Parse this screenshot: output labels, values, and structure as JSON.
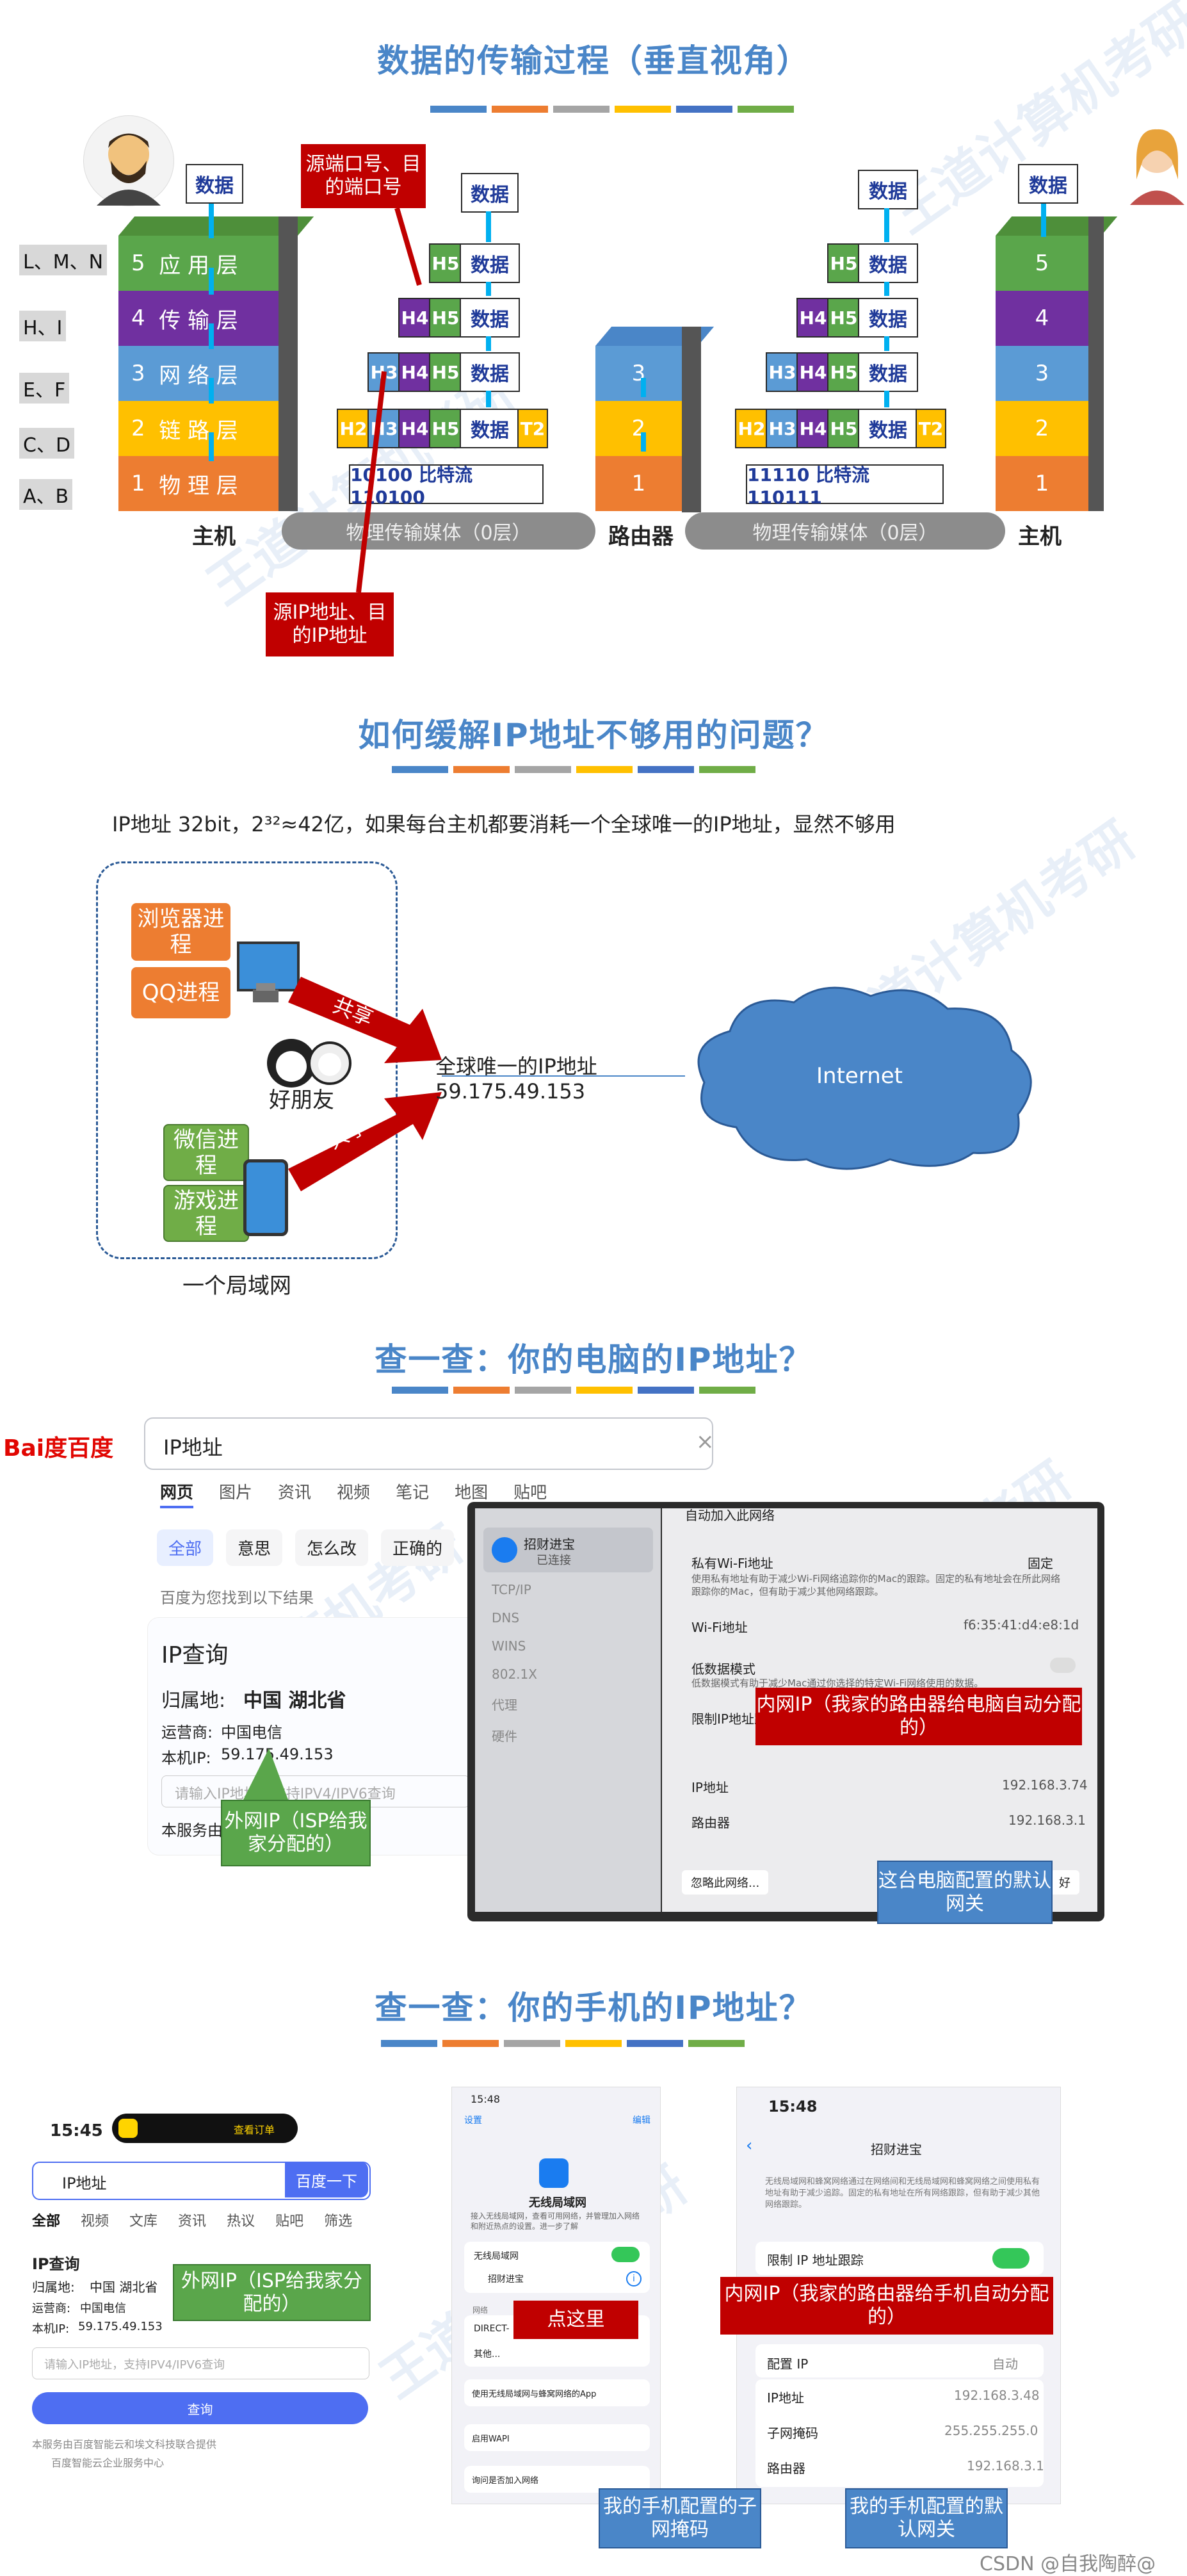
{
  "section1": {
    "title": "数据的传输过程（垂直视角）",
    "host_left": "主机",
    "host_right": "主机",
    "router": "路由器",
    "side_labels": [
      "L、M、N",
      "H、I",
      "E、F",
      "C、D",
      "A、B"
    ],
    "layers": [
      {
        "num": "5",
        "name": "应 用 层"
      },
      {
        "num": "4",
        "name": "传 输 层"
      },
      {
        "num": "3",
        "name": "网 络 层"
      },
      {
        "num": "2",
        "name": "链 路 层"
      },
      {
        "num": "1",
        "name": "物 理 层"
      }
    ],
    "data_label": "数据",
    "h5": "H5",
    "h4": "H4",
    "h3": "H3",
    "h2": "H2",
    "t2": "T2",
    "bits_left": "10100 比特流 110100",
    "bits_right": "11110 比特流 110111",
    "medium_left": "物理传输媒体（0层）",
    "medium_right": "物理传输媒体（0层）",
    "callout_port": "源端口号、目的端口号",
    "callout_ip": "源IP地址、目的IP地址",
    "router_layers": [
      "3",
      "2",
      "1"
    ],
    "right_layers": [
      "5",
      "4",
      "3",
      "2",
      "1"
    ]
  },
  "section2": {
    "title": "如何缓解IP地址不够用的问题？",
    "intro": "IP地址 32bit，2³²≈42亿，如果每台主机都要消耗一个全球唯一的IP地址，显然不够用",
    "browser": "浏览器进程",
    "qq": "QQ进程",
    "wechat": "微信进程",
    "game": "游戏进程",
    "share": "共享",
    "friends": "好朋友",
    "global_ip_label": "全球唯一的IP地址",
    "global_ip": "59.175.49.153",
    "internet": "Internet",
    "lan": "一个局域网"
  },
  "section3": {
    "title": "查一查：你的电脑的IP地址？",
    "baidu_logo": "Bai度百度",
    "search_query": "IP地址",
    "tabs": [
      "网页",
      "图片",
      "资讯",
      "视频",
      "笔记",
      "地图",
      "贴吧"
    ],
    "chips": [
      "全部",
      "意思",
      "怎么改",
      "正确的"
    ],
    "result_count": "百度为您找到以下结果",
    "ip_query_title": "IP查询",
    "location_label": "归属地:",
    "location": "中国 湖北省",
    "isp_label": "运营商:",
    "isp": "中国电信",
    "local_ip_label": "本机IP:",
    "local_ip": "59.175.49.153",
    "input_placeholder": "请输入IP地址，支持IPV4/IPV6查询",
    "service_note": "本服务由",
    "callout_public": "外网IP（ISP给我家分配的）",
    "mac_sidebar": [
      "TCP/IP",
      "DNS",
      "WINS",
      "802.1X",
      "代理",
      "硬件"
    ],
    "wifi_name": "招财进宝",
    "wifi_status": "已连接",
    "auto_join": "自动加入此网络",
    "private_wifi": "私有Wi-Fi地址",
    "private_wifi_value": "固定",
    "private_desc": "使用私有地址有助于减少Wi-Fi网络追踪你的Mac的跟踪。固定的私有地址会在所此网络跟踪你的Mac，但有助于减少其他网络跟踪。",
    "wifi_addr_label": "Wi-Fi地址",
    "wifi_addr": "f6:35:41:d4:e8:1d",
    "low_data": "低数据模式",
    "low_data_desc": "低数据模式有助于减少Mac通过你选择的特定Wi-Fi网络使用的数据。",
    "limit_ip": "限制IP地址跟踪",
    "ip_addr_label": "IP地址",
    "ip_addr": "192.168.3.74",
    "router_label": "路由器",
    "router_ip": "192.168.3.1",
    "forget": "忽略此网络...",
    "ok": "好",
    "callout_private": "内网IP（我家的路由器给电脑自动分配的）",
    "callout_gateway": "这台电脑配置的默认网关"
  },
  "section4": {
    "title": "查一查：你的手机的IP地址？",
    "time": "15:45",
    "order_btn": "查看订单",
    "search_query": "IP地址",
    "search_btn": "百度一下",
    "tabs": [
      "全部",
      "视频",
      "文库",
      "资讯",
      "热议",
      "贴吧",
      "筛选"
    ],
    "ip_query": "IP查询",
    "location_label": "归属地:",
    "location": "中国 湖北省",
    "isp_label": "运营商:",
    "isp": "中国电信",
    "local_ip_label": "本机IP:",
    "local_ip": "59.175.49.153",
    "input_placeholder": "请输入IP地址，支持IPV4/IPV6查询",
    "query_btn": "查询",
    "footer1": "本服务由百度智能云和埃文科技联合提供",
    "footer2": "百度智能云企业服务中心",
    "callout_public": "外网IP（ISP给我家分配的）",
    "phone2_time": "15:48",
    "phone2_back": "设置",
    "phone2_edit": "编辑",
    "wlan": "无线局域网",
    "wlan_desc": "接入无线局域网，查看可用网络，并管理加入网络和附近热点的设置。进一步了解",
    "wlan_toggle": "无线局域网",
    "connected": "招财进宝",
    "network_label": "网络",
    "direct": "DIRECT-",
    "other": "其他...",
    "use_wlan_apps": "使用无线局域网与蜂窝网络的App",
    "wapi": "启用WAPI",
    "ask_join": "询问是否加入网络",
    "click_here": "点这里",
    "phone3_time": "15:48",
    "phone3_title": "招财进宝",
    "phone3_desc": "无线局域网和蜂窝网络通过在网络间和无线局域网和蜂窝网络之间使用私有地址有助于减少追踪。固定的私有地址在所有网络跟踪，但有助于减少其他网络跟踪。",
    "limit_ip": "限制 IP 地址跟踪",
    "config_ip": "配置 IP",
    "config_ip_value": "自动",
    "ip_label": "IP地址",
    "ip_value": "192.168.3.48",
    "mask_label": "子网掩码",
    "mask_value": "255.255.255.0",
    "router_label": "路由器",
    "router_value": "192.168.3.1",
    "callout_private": "内网IP（我家的路由器给手机自动分配的）",
    "callout_mask": "我的手机配置的子网掩码",
    "callout_gateway": "我的手机配置的默认网关"
  },
  "footer": "CSDN @自我陶醉@"
}
